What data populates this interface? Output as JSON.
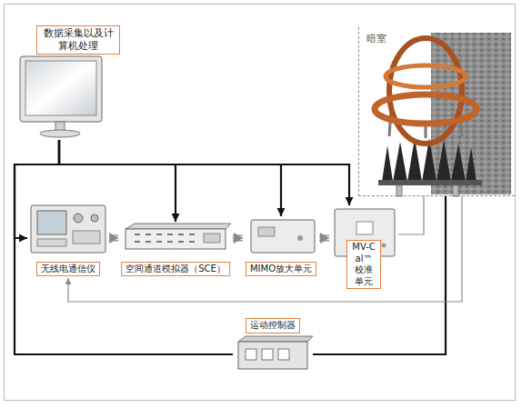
{
  "diagram": {
    "nodes": [
      {
        "text": [
          "数据采集以及计算机处理"
        ]
      },
      {
        "text": [
          "暗室"
        ]
      },
      {
        "text": [
          "无线电通信仪"
        ]
      },
      {
        "text": [
          "空间通道模拟器（SCE）"
        ]
      },
      {
        "text": [
          "MIMO放大单元"
        ]
      },
      {
        "text": [
          "MV-Cal™ 校准单元"
        ]
      },
      {
        "text": [
          "运动控制器"
        ]
      }
    ],
    "edges": [
      {
        "from": 0,
        "to": 2,
        "arrow": "to"
      },
      {
        "from": 0,
        "to": 3,
        "arrow": "to"
      },
      {
        "from": 0,
        "to": 4,
        "arrow": "to"
      },
      {
        "from": 0,
        "to": 5,
        "arrow": "to"
      },
      {
        "from": 0,
        "to": 6,
        "arrow": "none"
      },
      {
        "from": 2,
        "to": 3,
        "arrow": "to"
      },
      {
        "from": 3,
        "to": 4,
        "arrow": "to"
      },
      {
        "from": 4,
        "to": 5,
        "arrow": "to"
      },
      {
        "from": 5,
        "to": 1,
        "arrow": "none"
      },
      {
        "from": 6,
        "to": 1,
        "arrow": "none"
      },
      {
        "from": 1,
        "to": 2,
        "arrow": "to"
      }
    ]
  }
}
